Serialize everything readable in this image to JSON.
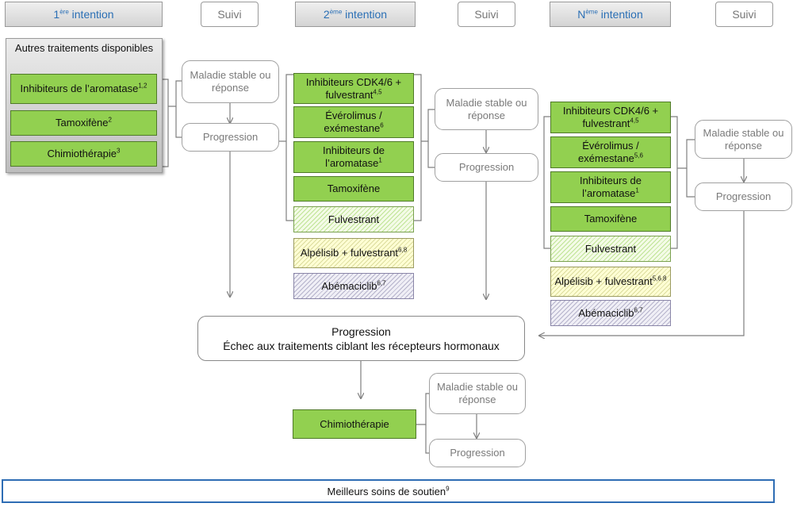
{
  "header": {
    "col1": {
      "prefix": "1",
      "sup": "ère",
      "suffix": " intention"
    },
    "col2": {
      "prefix": "2",
      "sup": "ème",
      "suffix": " intention"
    },
    "col3": {
      "prefix": "N",
      "sup": "ème",
      "suffix": " intention"
    },
    "suivi": "Suivi"
  },
  "first_line": {
    "panel_title": "Autres traitements disponibles",
    "items": [
      {
        "text": "Inhibiteurs de l’aromatase",
        "refs": "1,2"
      },
      {
        "text": "Tamoxifène",
        "refs": "2"
      },
      {
        "text": "Chimiothérapie",
        "refs": "3"
      }
    ]
  },
  "outcomes": {
    "stable": "Maladie stable ou réponse",
    "progression": "Progression"
  },
  "second_line": {
    "items": [
      {
        "text": "Inhibiteurs CDK4/6 + fulvestrant",
        "refs": "4,5"
      },
      {
        "text": "Évérolimus / exémestane",
        "refs": "6"
      },
      {
        "text": "Inhibiteurs de l’aromatase",
        "refs": "1"
      },
      {
        "text": "Tamoxifène",
        "refs": ""
      },
      {
        "text": "Fulvestrant",
        "refs": ""
      },
      {
        "text": "Alpélisib + fulvestrant",
        "refs": "6,8"
      },
      {
        "text": "Abémaciclib",
        "refs": "6,7"
      }
    ]
  },
  "nth_line": {
    "items": [
      {
        "text": "Inhibiteurs CDK4/6 + fulvestrant",
        "refs": "4,5"
      },
      {
        "text": "Évérolimus / exémestane",
        "refs": "5,6"
      },
      {
        "text": "Inhibiteurs de l’aromatase",
        "refs": "1"
      },
      {
        "text": "Tamoxifène",
        "refs": ""
      },
      {
        "text": "Fulvestrant",
        "refs": ""
      },
      {
        "text": "Alpélisib + fulvestrant",
        "refs": "5,6,8"
      },
      {
        "text": "Abémaciclib",
        "refs": "6,7"
      }
    ]
  },
  "convergence": {
    "line1": "Progression",
    "line2": "Échec aux traitements ciblant les récepteurs hormonaux"
  },
  "chemo": {
    "text": "Chimiothérapie",
    "refs": ""
  },
  "footer": {
    "text": "Meilleurs soins de soutien",
    "refs": "9"
  },
  "colors": {
    "header_text": "#2a6fb5",
    "green": "#92d050",
    "hatch_yellow": "#ffffd4",
    "hatch_green": "#f4fbe7",
    "hatch_purple": "#f0eff6",
    "footer_border": "#2e6db4"
  }
}
